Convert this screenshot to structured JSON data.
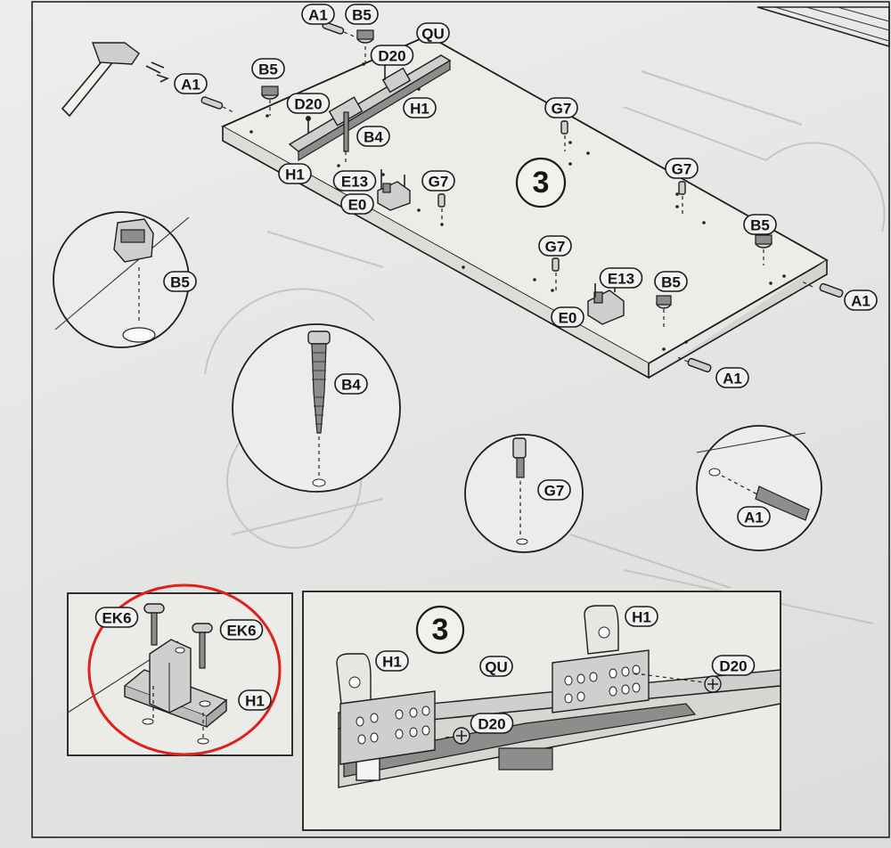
{
  "step": {
    "number": "3"
  },
  "main_labels": [
    "A1",
    "B5",
    "QU",
    "D20",
    "A1",
    "B5",
    "D20",
    "H1",
    "B4",
    "H1",
    "E13",
    "G7",
    "E0",
    "G7",
    "G7",
    "B5",
    "G7",
    "E13",
    "B5",
    "E0",
    "A1",
    "A1"
  ],
  "details": {
    "b5": "B5",
    "b4": "B4",
    "g7": "G7",
    "a1": "A1"
  },
  "bottom_left": {
    "ek6_left": "EK6",
    "ek6_right": "EK6",
    "h1": "H1"
  },
  "bottom_right": {
    "step": "3",
    "h1_left": "H1",
    "h1_right": "H1",
    "qu": "QU",
    "d20_left": "D20",
    "d20_right": "D20"
  },
  "colors": {
    "paper": "#e7e7e5",
    "ink": "#1b1b1b",
    "highlight_circle": "#e0201c"
  },
  "icons": [
    "hammer-icon"
  ]
}
